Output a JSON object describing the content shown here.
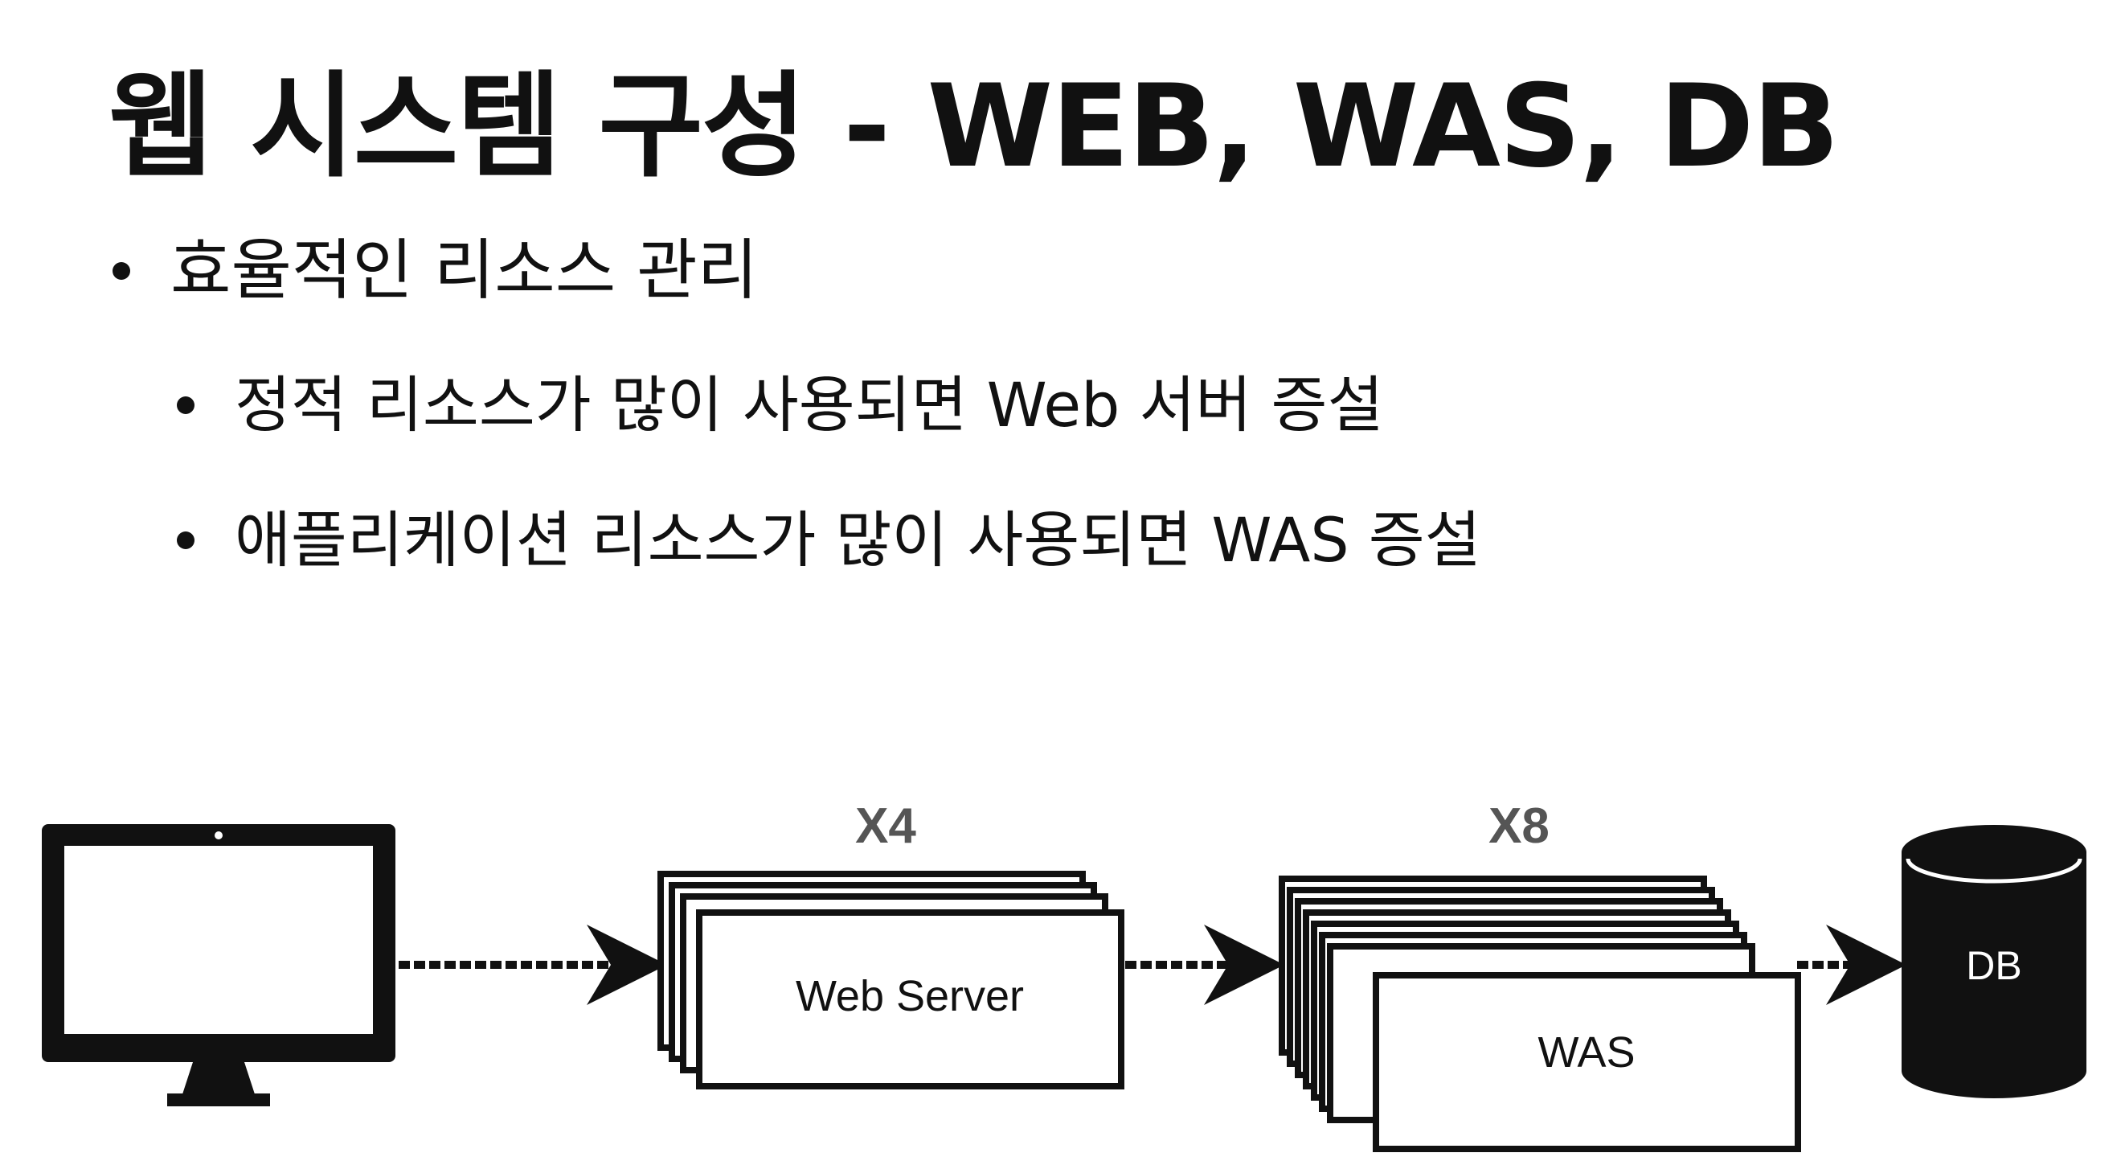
{
  "title": "웹 시스템 구성 - WEB, WAS, DB",
  "bullets": {
    "main": "효율적인 리소스 관리",
    "sub": [
      "정적 리소스가 많이 사용되면 Web 서버 증설",
      "애플리케이션 리소스가 많이 사용되면 WAS 증설"
    ]
  },
  "diagram": {
    "client": {
      "icon": "monitor-icon"
    },
    "web_server": {
      "label": "Web Server",
      "multiplier": "X4"
    },
    "was": {
      "label": "WAS",
      "multiplier": "X8"
    },
    "db": {
      "label": "DB",
      "icon": "database-icon"
    },
    "colors": {
      "stroke": "#000000",
      "multiplier": "#555555",
      "db_fill": "#000000",
      "db_text": "#ffffff"
    }
  }
}
